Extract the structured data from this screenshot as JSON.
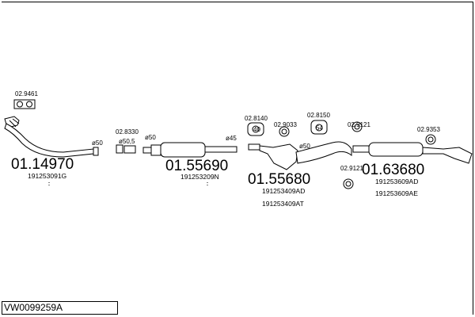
{
  "diagram_code": "VW0099259A",
  "parts": [
    {
      "id": "front-pipe",
      "number": "01.14970",
      "oe": [
        "191253091G"
      ]
    },
    {
      "id": "middle-silencer",
      "number": "01.55690",
      "oe": [
        "191253209N"
      ]
    },
    {
      "id": "center-silencer",
      "number": "01.55680",
      "oe": [
        "191253409AD",
        "191253409AT"
      ]
    },
    {
      "id": "rear-silencer",
      "number": "01.63680",
      "oe": [
        "191253609AD",
        "191253609AE"
      ]
    }
  ],
  "accessories": {
    "gasket": "02.9461",
    "clamp_1": "02.8330",
    "hanger_1": "02.8140",
    "ring_1": "02.9033",
    "hanger_2": "02.8150",
    "ring_2": "02.9121",
    "ring_3": "02.9353",
    "ring_4": "02.9121"
  },
  "dimensions": {
    "d1": "ø50",
    "d2": "ø50,5",
    "d3": "ø50",
    "d4": "ø45",
    "d5": "ø50"
  },
  "hanger_marks": {
    "h1": "40",
    "h2": "54"
  }
}
